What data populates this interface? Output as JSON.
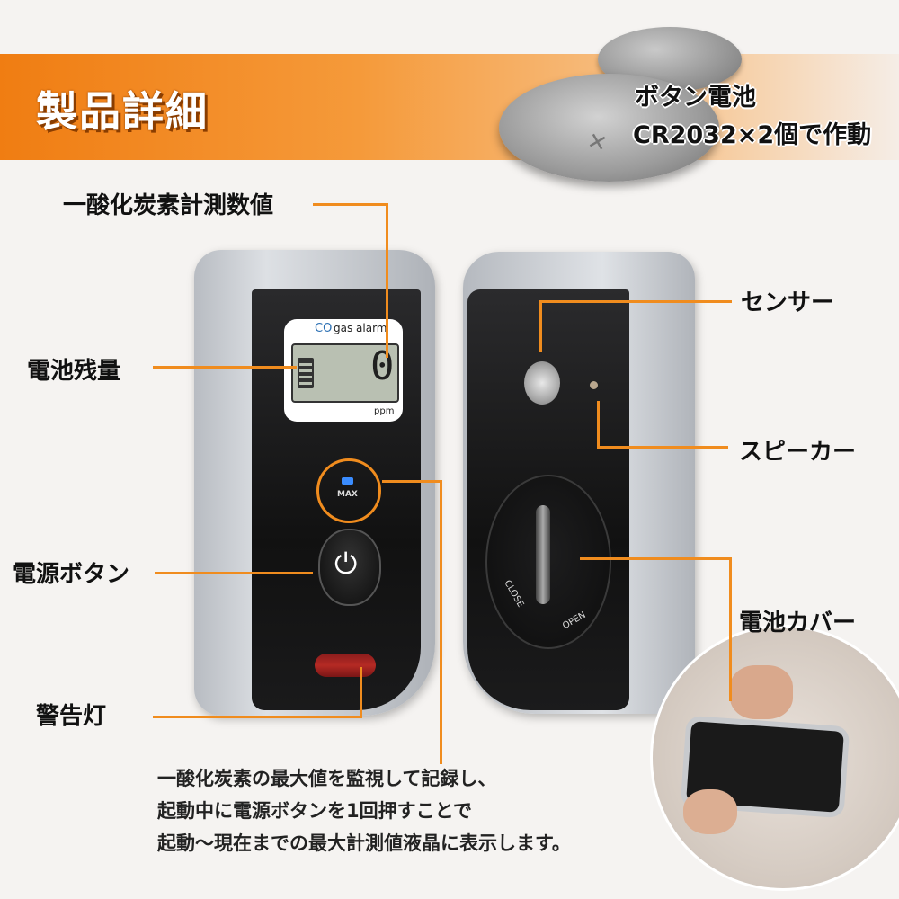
{
  "header": {
    "title": "製品詳細"
  },
  "battery_note": {
    "line1": "ボタン電池",
    "line2": "CR2032×2個で作動"
  },
  "callouts": {
    "co_reading": "一酸化炭素計測数値",
    "battery_level": "電池残量",
    "power_button": "電源ボタン",
    "warning_light": "警告灯",
    "sensor": "センサー",
    "speaker": "スピーカー",
    "battery_cover": "電池カバー"
  },
  "device": {
    "lcd_co": "CO",
    "lcd_brand": "gas alarm",
    "lcd_value": "0",
    "lcd_unit": "ppm",
    "max_label": "MAX",
    "cover_close": "CLOSE",
    "cover_open": "OPEN"
  },
  "description": {
    "line1": "一酸化炭素の最大値を監視して記録し、",
    "line2": "起動中に電源ボタンを1回押すことで",
    "line3": "起動～現在までの最大計測値液晶に表示します。"
  },
  "colors": {
    "accent": "#f08c1e",
    "banner": "#f07d12"
  }
}
